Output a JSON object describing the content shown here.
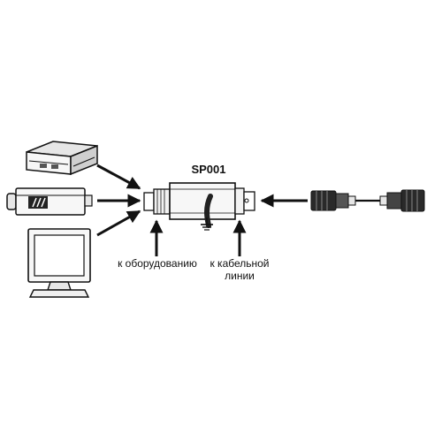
{
  "device": {
    "title": "SP001"
  },
  "labels": {
    "equipment": "к оборудованию",
    "cable_line_1": "к кабельной",
    "cable_line_2": "линии"
  },
  "icons": [
    "server-rack-icon",
    "security-camera-icon",
    "monitor-icon",
    "surge-protector-icon",
    "ground-symbol-icon",
    "bnc-cable-icon"
  ],
  "colors": {
    "stroke": "#111111",
    "fill_light": "#f2f2f2",
    "fill_dark": "#333333"
  }
}
